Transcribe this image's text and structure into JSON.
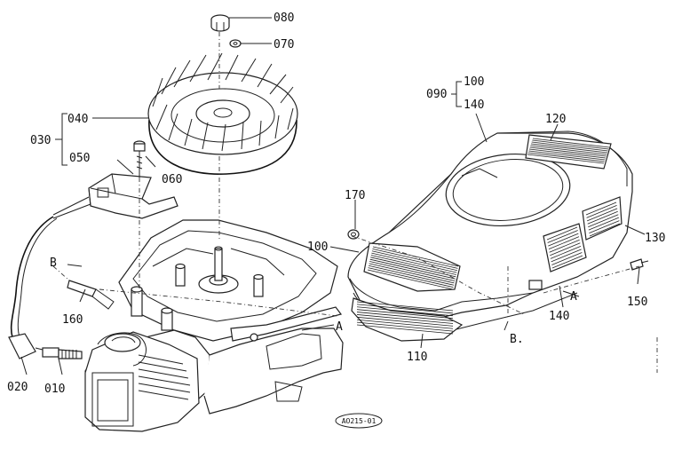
{
  "labels": {
    "p080": "080",
    "p070": "070",
    "p040": "040",
    "p030": "030",
    "p050": "050",
    "p060": "060",
    "p100_top": "100",
    "p090": "090",
    "p140_top": "140",
    "p120": "120",
    "p170": "170",
    "p100_left": "100",
    "p130": "130",
    "p150": "150",
    "p140_bottom": "140",
    "p110": "110",
    "p160": "160",
    "p020": "020",
    "p010": "010",
    "mark_b_left": "B",
    "mark_a_right": "A",
    "mark_a_cover": "A",
    "mark_b_cover": "B.",
    "drawing_id": "AO215-01"
  }
}
